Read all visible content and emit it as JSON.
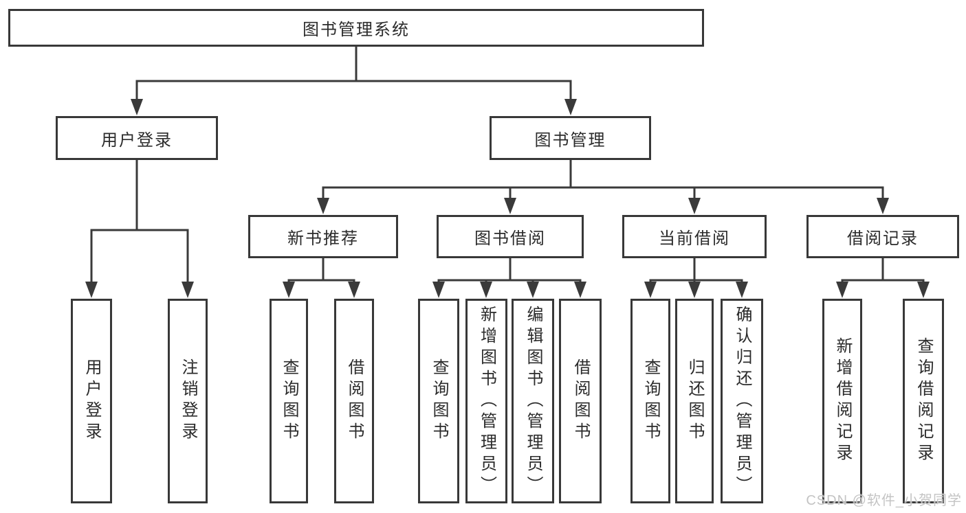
{
  "diagram_type": "hierarchy-tree",
  "colors": {
    "line": "#3a3a3a",
    "box_border": "#383838",
    "box_background": "#ffffff",
    "text": "#2b2b2b",
    "watermark_text": "#c4c4c4"
  },
  "root": {
    "label": "图书管理系统"
  },
  "level2": [
    {
      "label": "用户登录"
    },
    {
      "label": "图书管理"
    }
  ],
  "level3": [
    {
      "label": "新书推荐",
      "parent": "图书管理"
    },
    {
      "label": "图书借阅",
      "parent": "图书管理"
    },
    {
      "label": "当前借阅",
      "parent": "图书管理"
    },
    {
      "label": "借阅记录",
      "parent": "图书管理"
    }
  ],
  "leaves": [
    {
      "label": "用户登录",
      "parent": "用户登录"
    },
    {
      "label": "注销登录",
      "parent": "用户登录"
    },
    {
      "label": "查询图书",
      "parent": "新书推荐"
    },
    {
      "label": "借阅图书",
      "parent": "新书推荐"
    },
    {
      "label": "查询图书",
      "parent": "图书借阅"
    },
    {
      "label": "新增图书（管理员）",
      "parent": "图书借阅"
    },
    {
      "label": "编辑图书（管理员）",
      "parent": "图书借阅"
    },
    {
      "label": "借阅图书",
      "parent": "图书借阅"
    },
    {
      "label": "查询图书",
      "parent": "当前借阅"
    },
    {
      "label": "归还图书",
      "parent": "当前借阅"
    },
    {
      "label": "确认归还（管理员）",
      "parent": "当前借阅"
    },
    {
      "label": "新增借阅记录",
      "parent": "借阅记录"
    },
    {
      "label": "查询借阅记录",
      "parent": "借阅记录"
    }
  ],
  "watermark": {
    "text": "CSDN @软件_小贺同学"
  }
}
